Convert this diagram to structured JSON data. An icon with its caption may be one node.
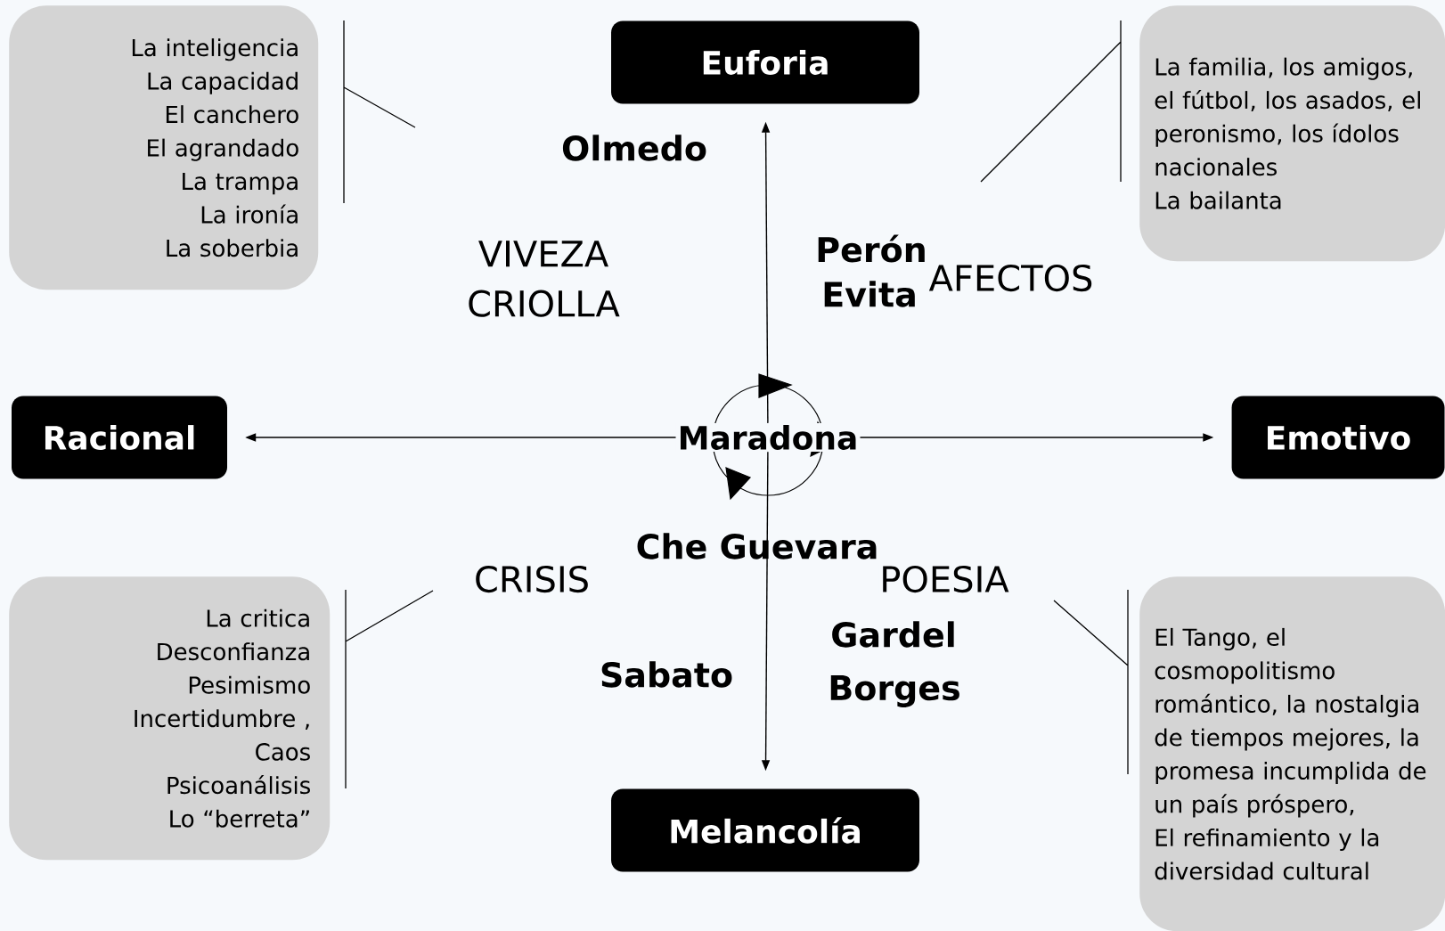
{
  "diagram": {
    "nodes": [
      {
        "text": [
          "La inteligencia",
          "La capacidad",
          "El canchero",
          "El agrandado",
          "La trampa",
          "La ironía",
          "La soberbia"
        ]
      },
      {
        "text": [
          "Euforia"
        ]
      },
      {
        "text": [
          "La familia, los amigos, el fútbol, los asados, el peronismo, los ídolos nacionales",
          "La bailanta"
        ]
      },
      {
        "text": [
          "Racional"
        ]
      },
      {
        "text": [
          "Maradona"
        ]
      },
      {
        "text": [
          "Emotivo"
        ]
      },
      {
        "text": [
          "La critica",
          "Desconfianza",
          "Pesimismo",
          "Incertidumbre ,",
          "Caos",
          "Psicoanálisis",
          "Lo “berreta”"
        ]
      },
      {
        "text": [
          "Melancolía"
        ]
      },
      {
        "text": [
          "El Tango, el cosmopolitismo romántico, la nostalgia de tiempos mejores, la promesa incumplida de un país próspero,",
          "El refinamiento y la diversidad cultural"
        ]
      }
    ],
    "edges": [
      {
        "from": 4,
        "to": 1,
        "arrow": "to"
      },
      {
        "from": 4,
        "to": 3,
        "arrow": "to"
      },
      {
        "from": 4,
        "to": 5,
        "arrow": "to"
      },
      {
        "from": 4,
        "to": 7,
        "arrow": "to"
      }
    ],
    "labels": [
      "Olmedo",
      "VIVEZA CRIOLLA",
      "Perón",
      "AFECTOS",
      "Evita",
      "Che Guevara",
      "CRISIS",
      "POESIA",
      "Gardel",
      "Sabato",
      "Borges"
    ]
  }
}
